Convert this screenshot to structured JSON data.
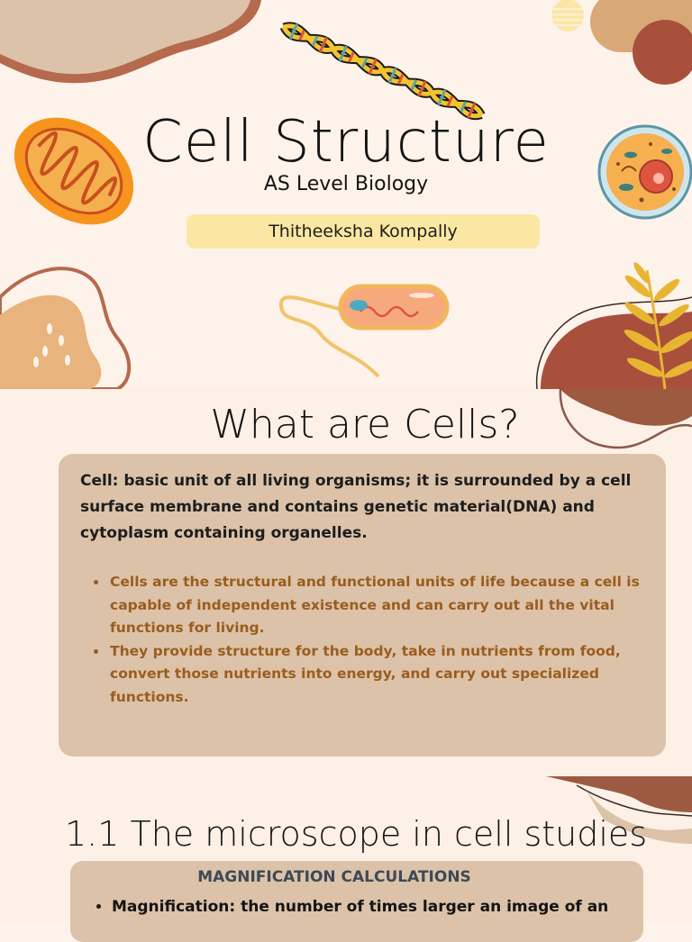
{
  "cover": {
    "title": "Cell Structure",
    "subtitle": "AS Level Biology",
    "author": "Thitheeksha Kompally"
  },
  "section_cells": {
    "heading": "What are Cells?",
    "definition": "Cell: basic unit of all living organisms; it is surrounded by a cell surface membrane and contains genetic material(DNA) and cytoplasm containing organelles.",
    "bullets": [
      "Cells are the structural and functional units of life because a cell is capable of independent existence and can carry out all the vital functions for living.",
      "They provide structure for the body, take in nutrients from food, convert those nutrients into energy, and carry out specialized functions."
    ]
  },
  "section_microscope": {
    "heading": "1.1 The microscope in cell studies",
    "box_heading": "MAGNIFICATION CALCULATIONS",
    "bullet": "Magnification: the number of times larger an image of an"
  },
  "colors": {
    "background": "#fdf3ea",
    "card": "#dcc2a8",
    "author_pill": "#fbe7a3",
    "bullet_text": "#9a5d1e",
    "terracotta": "#b0543e",
    "tan": "#d9a877"
  },
  "icons": [
    "dna-helix-icon",
    "mitochondrion-icon",
    "animal-cell-icon",
    "bacterium-icon",
    "leaf-icon"
  ]
}
